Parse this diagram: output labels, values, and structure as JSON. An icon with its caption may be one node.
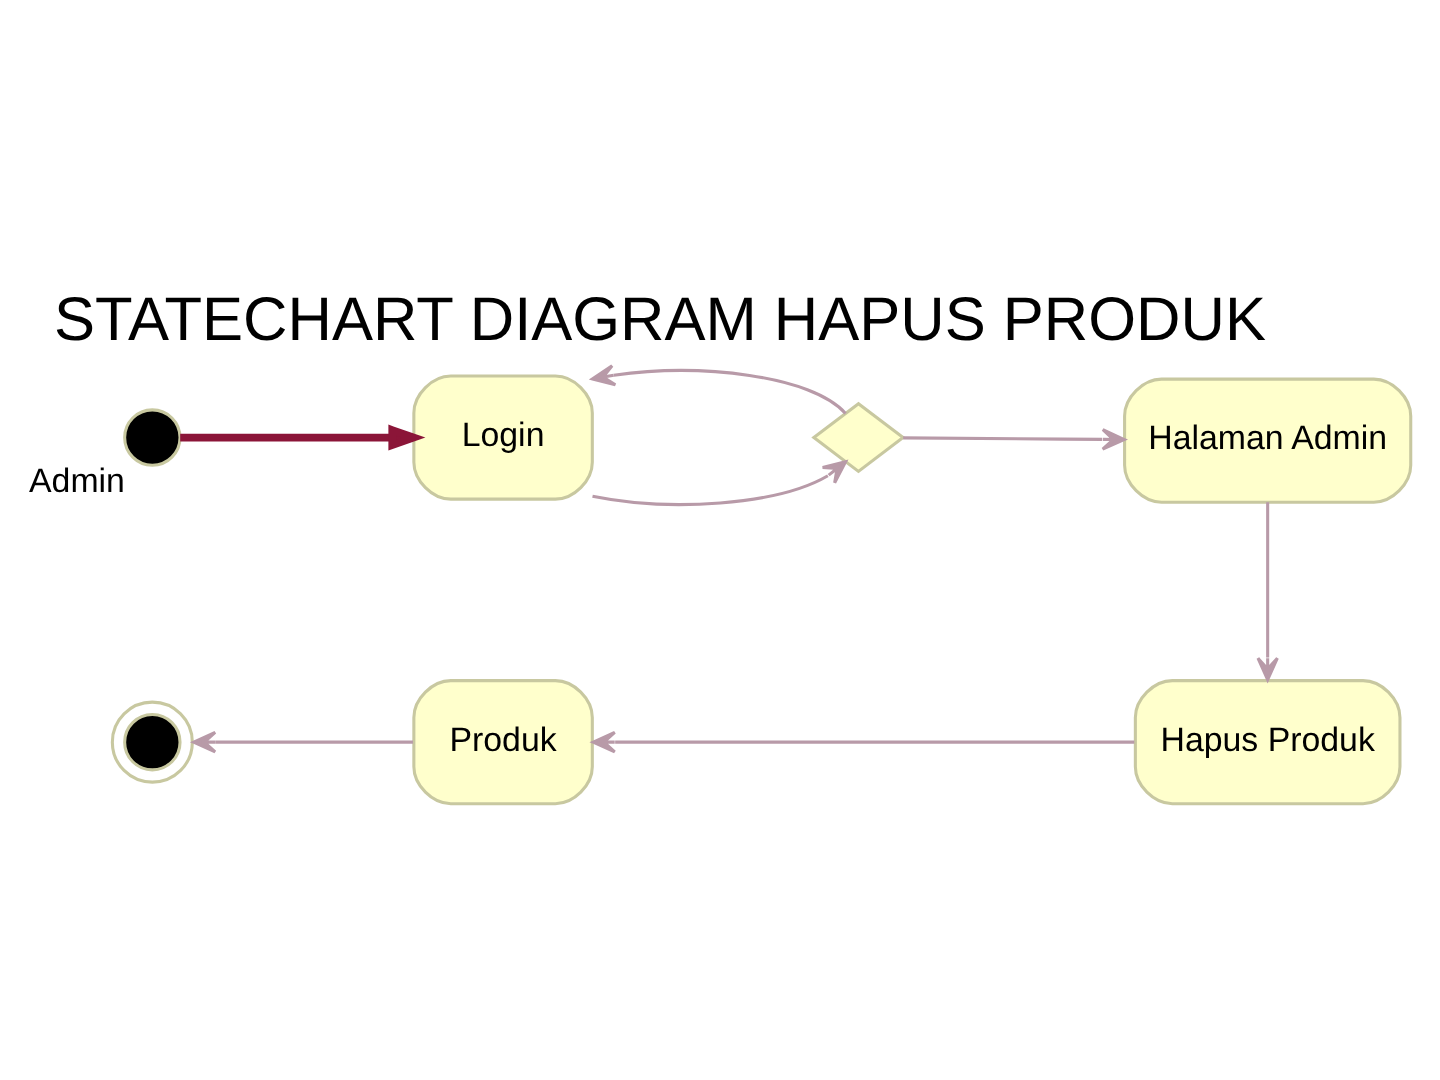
{
  "diagram": {
    "title": "STATECHART DIAGRAM HAPUS PRODUK",
    "nodes": [
      {
        "text": [],
        "shape": "circle",
        "beside": [
          "Admin"
        ]
      },
      {
        "text": [
          "Login"
        ]
      },
      {
        "text": [],
        "shape": "diamond"
      },
      {
        "text": [
          "Halaman Admin"
        ]
      },
      {
        "text": [
          "Produk"
        ]
      },
      {
        "text": [
          "Hapus Produk"
        ]
      },
      {
        "text": [],
        "shape": "circle"
      }
    ],
    "edges": [
      {
        "from": 0,
        "to": 1,
        "arrow": "to",
        "style": "thick",
        "color": "#8b1538"
      },
      {
        "from": 1,
        "to": 2,
        "arrow": "to"
      },
      {
        "from": 2,
        "to": 3,
        "arrow": "to"
      },
      {
        "from": 2,
        "to": 1,
        "arrow": "to"
      },
      {
        "from": 3,
        "to": 5,
        "arrow": "to"
      },
      {
        "from": 5,
        "to": 4,
        "arrow": "to"
      },
      {
        "from": 4,
        "to": 6,
        "arrow": "to"
      }
    ]
  }
}
